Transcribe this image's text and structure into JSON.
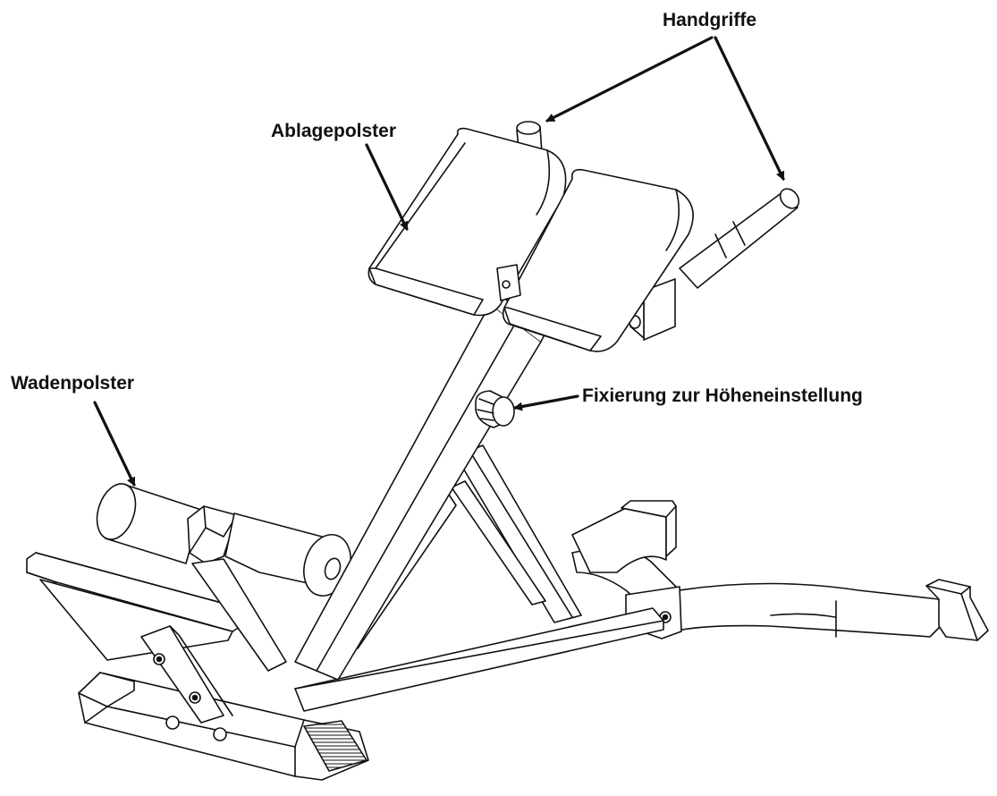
{
  "labels": {
    "handgriffe": "Handgriffe",
    "ablagepolster": "Ablagepolster",
    "wadenpolster": "Wadenpolster",
    "fixierung": "Fixierung zur Höheneinstellung"
  },
  "colors": {
    "line": "#111111",
    "fill": "#ffffff",
    "shade": "#eeeeee"
  }
}
